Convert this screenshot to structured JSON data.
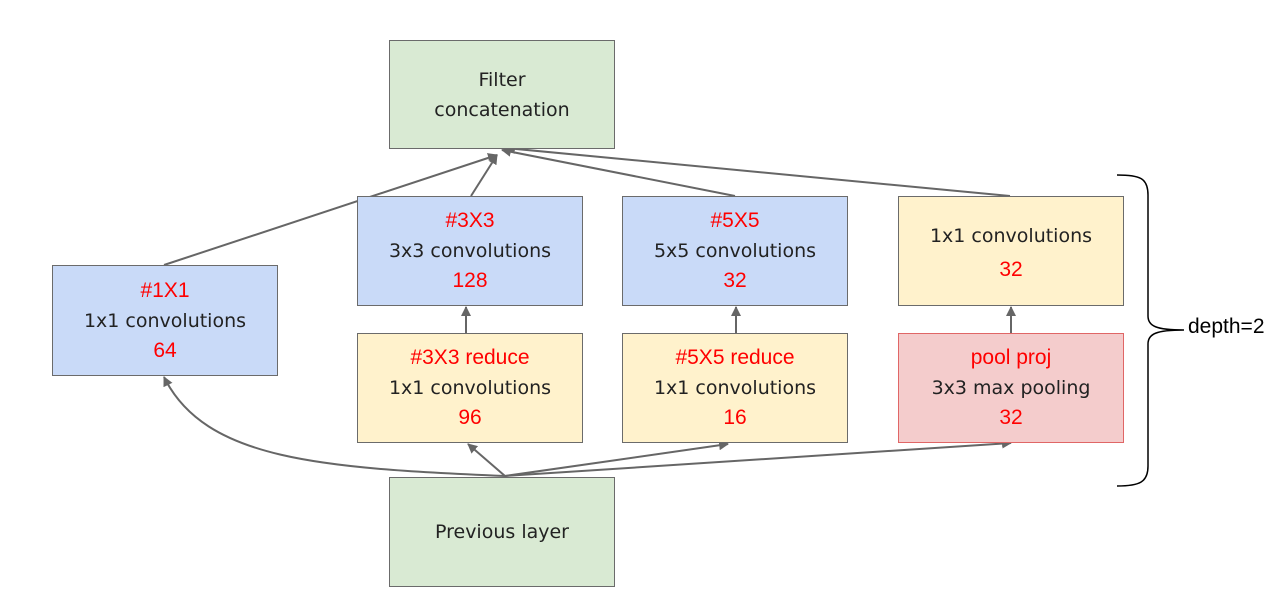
{
  "boxes": {
    "concat": {
      "line1": "Filter",
      "line2": "concatenation"
    },
    "previous": {
      "label": "Previous layer"
    },
    "conv1x1": {
      "id": "#1X1",
      "label": "1x1 convolutions",
      "count": "64"
    },
    "conv3x3": {
      "id": "#3X3",
      "label": "3x3 convolutions",
      "count": "128"
    },
    "conv5x5": {
      "id": "#5X5",
      "label": "5x5 convolutions",
      "count": "32"
    },
    "poolconv": {
      "label": "1x1 convolutions",
      "count": "32"
    },
    "reduce3": {
      "id": "#3X3 reduce",
      "label": "1x1 convolutions",
      "count": "96"
    },
    "reduce5": {
      "id": "#5X5 reduce",
      "label": "1x1 convolutions",
      "count": "16"
    },
    "pool": {
      "id": "pool proj",
      "label": "3x3 max pooling",
      "count": "32"
    }
  },
  "brace_label": "depth=2",
  "colors": {
    "green": "#d9ead3",
    "blue": "#c9daf8",
    "yellow": "#fff2cc",
    "pink": "#f4cccc",
    "border": "#6b6b6b",
    "pink_border": "#e06666",
    "annotation_red": "#ff0000",
    "arrow": "#666666"
  }
}
